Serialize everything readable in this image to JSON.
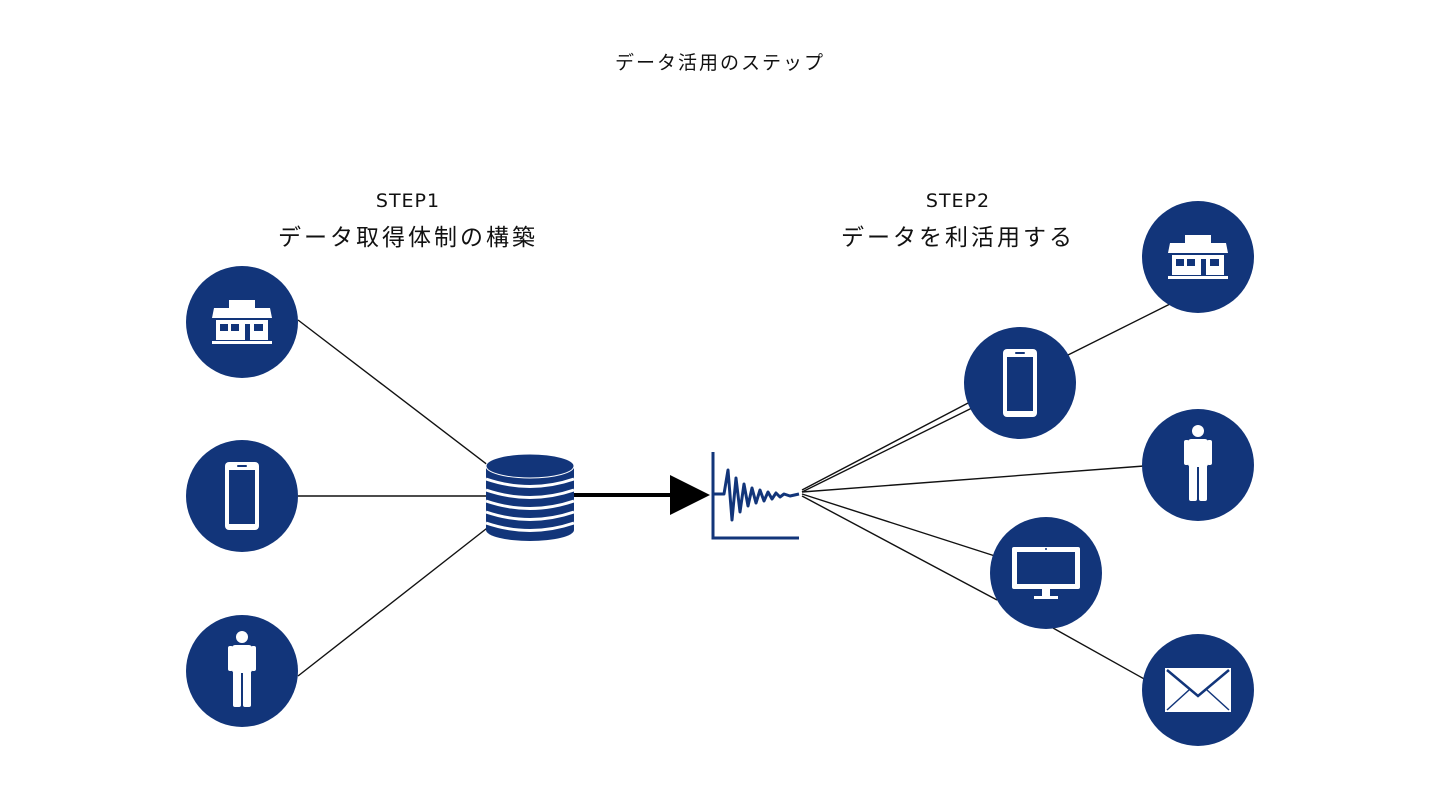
{
  "title": "データ活用のステップ",
  "steps": [
    {
      "number": "STEP1",
      "name": "データ取得体制の構築"
    },
    {
      "number": "STEP2",
      "name": "データを利活用する"
    }
  ],
  "colors": {
    "node_fill": "#12357a",
    "icon": "#ffffff",
    "line": "#111111"
  },
  "sources": [
    "store-icon",
    "smartphone-icon",
    "person-icon"
  ],
  "hub": "database-icon",
  "analysis": "waveform-chart-icon",
  "targets": [
    "store-icon",
    "smartphone-icon",
    "person-icon",
    "monitor-icon",
    "mail-icon"
  ]
}
